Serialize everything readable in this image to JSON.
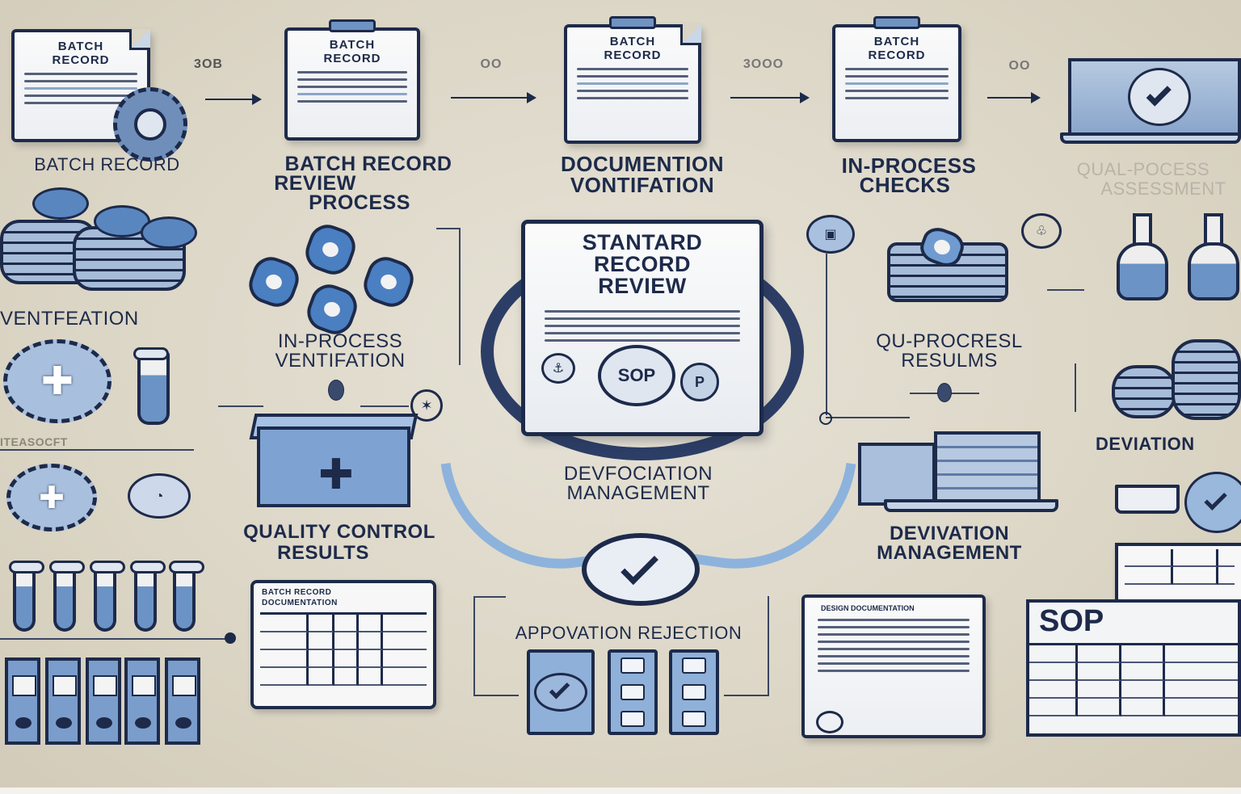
{
  "diagram": {
    "theme_colors": {
      "navy": "#1d2a4a",
      "blue": "#6c93c6",
      "light_blue": "#8db3dc",
      "background": "#dcd6c6"
    },
    "top_flow": [
      {
        "doc_title_lines": [
          "BATCH",
          "RECORD"
        ],
        "label_lines": [
          "BATCH RECORD"
        ],
        "icon": "document-gear-icon"
      },
      {
        "connector_text": "3OB"
      },
      {
        "doc_title_lines": [
          "BATCH",
          "RECORD"
        ],
        "label_lines": [
          "BATCH RECORD",
          "REVIEW",
          "PROCESS"
        ],
        "icon": "clipboard-icon"
      },
      {
        "connector_text": "OO"
      },
      {
        "doc_title_lines": [
          "BATCH",
          "RECORD"
        ],
        "label_lines": [
          "DOCUMENTION",
          "VONTIFATION"
        ],
        "icon": "clipboard-icon"
      },
      {
        "connector_text": "3OOO"
      },
      {
        "doc_title_lines": [
          "BATCH",
          "RECORD"
        ],
        "label_lines": [
          "IN-PROCESS",
          "CHECKS"
        ],
        "icon": "clipboard-icon"
      },
      {
        "connector_text": "OO"
      },
      {
        "label_lines": [
          "QUAL-POCESS",
          "ASSESSMENT"
        ],
        "icon": "monitor-check-icon"
      }
    ],
    "center": {
      "title_lines": [
        "STANTARD",
        "RECORD",
        "REVIEW"
      ],
      "badge": "SOP",
      "side_badge_right": "P",
      "sub_label_lines": [
        "DEVFOCIATION",
        "MANAGEMENT"
      ],
      "approval_label": "APPOVATION REJECTION"
    },
    "left_column": {
      "label_1": "VENTFEATION",
      "label_2": "ITEASOCFT",
      "mid_label_lines": [
        "IN-PROCESS",
        "VENTIFATION"
      ],
      "qc_label_lines": [
        "QUALITY CONTROL",
        "RESULTS"
      ],
      "table_doc_header": [
        "BATCH RECORD",
        "DOCUMENTATION"
      ]
    },
    "right_column": {
      "results_label_lines": [
        "QU-PROCRESL",
        "RESULMS"
      ],
      "deviation_label_lines": [
        "DEVIVATION",
        "MANAGEMENT"
      ],
      "deviation_short": "DEVIATION",
      "doc_header": "DESIGN DOCUMENTATION",
      "sop_title": "SOP"
    }
  }
}
